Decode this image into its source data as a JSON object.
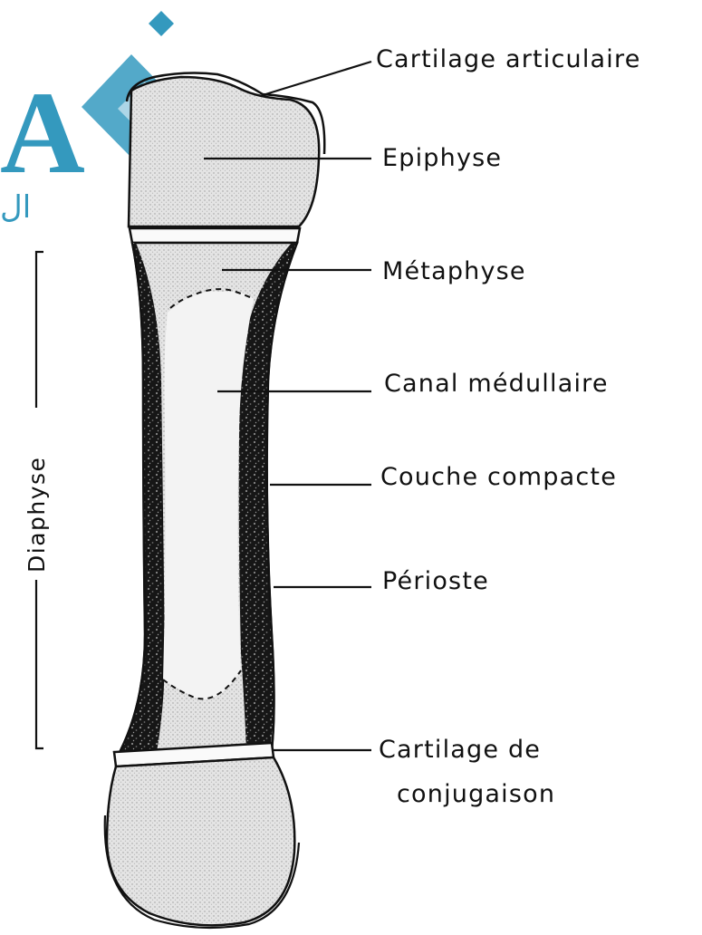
{
  "labels": {
    "cartilage_articulaire": "Cartilage articulaire",
    "epiphyse": "Epiphyse",
    "metaphyse": "Métaphyse",
    "canal_medullaire": "Canal médullaire",
    "couche_compacte": "Couche compacte",
    "perioste": "Périoste",
    "cartilage_de_conjugaison_line1": "Cartilage de",
    "cartilage_de_conjugaison_line2": "conjugaison",
    "diaphyse": "Diaphyse"
  },
  "watermark": {
    "letter": "A",
    "arabic": "ال",
    "color": "#1f8fb8"
  },
  "colors": {
    "ink": "#111111",
    "stipple": "#e2e2e2",
    "cortex": "#1a1a1a",
    "canal": "#f2f2f2"
  }
}
